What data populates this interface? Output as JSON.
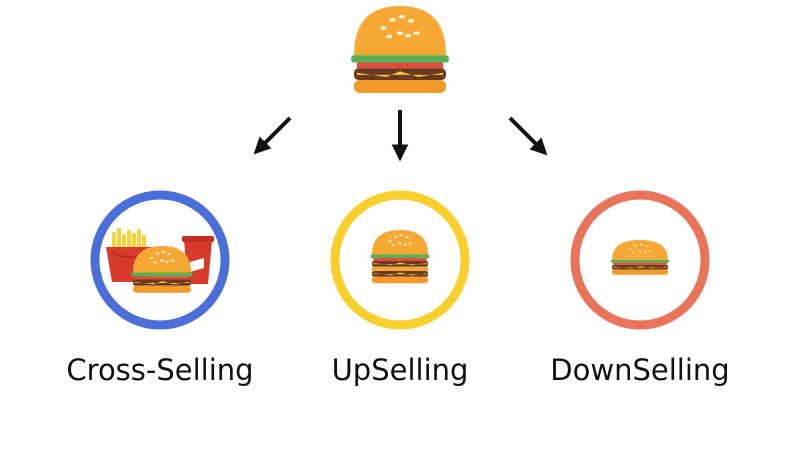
{
  "colors": {
    "cross_ring": "#4b6fd8",
    "up_ring": "#f8cf2c",
    "down_ring": "#e9745a",
    "arrow": "#111111",
    "bun": "#f6a835",
    "bun_bottom": "#f39c2a",
    "patty": "#6b3a22",
    "cheese": "#fdc52c",
    "lettuce": "#58b055",
    "tomato": "#e24a3b",
    "seed": "#fff2cf",
    "fries": "#f9d33b",
    "fries_box": "#d83a2c",
    "cup": "#d83a2c"
  },
  "top": {
    "icon": "burger-icon"
  },
  "options": [
    {
      "id": "cross",
      "label": "Cross-Selling",
      "icon": "combo-meal-icon"
    },
    {
      "id": "up",
      "label": "UpSelling",
      "icon": "double-burger-icon"
    },
    {
      "id": "down",
      "label": "DownSelling",
      "icon": "small-burger-icon"
    }
  ]
}
